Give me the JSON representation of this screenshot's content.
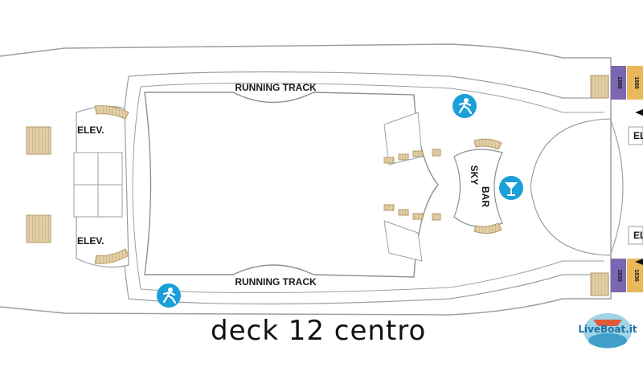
{
  "map": {
    "labels": {
      "running_track_top": "RUNNING TRACK",
      "running_track_bottom": "RUNNING TRACK",
      "elev_top": "ELEV.",
      "elev_bottom": "ELEV.",
      "elev_right_top": "ELE",
      "elev_right_bottom": "ELE",
      "sky_bar": [
        "SKY",
        "BAR"
      ],
      "cabins": [
        "1888",
        "1886",
        "1838",
        "1836"
      ]
    },
    "icons": [
      "jogger-icon",
      "jogger-icon",
      "cocktail-icon"
    ],
    "colors": {
      "outline": "#9aa0a6",
      "stairs": "#d9c49a",
      "icon_blue": "#1a9fd8",
      "cabin_purple": "#7b66b3",
      "cabin_gold": "#e8b85a"
    }
  },
  "caption": "deck 12 centro",
  "logo": {
    "text": "LiveBoat.it"
  }
}
